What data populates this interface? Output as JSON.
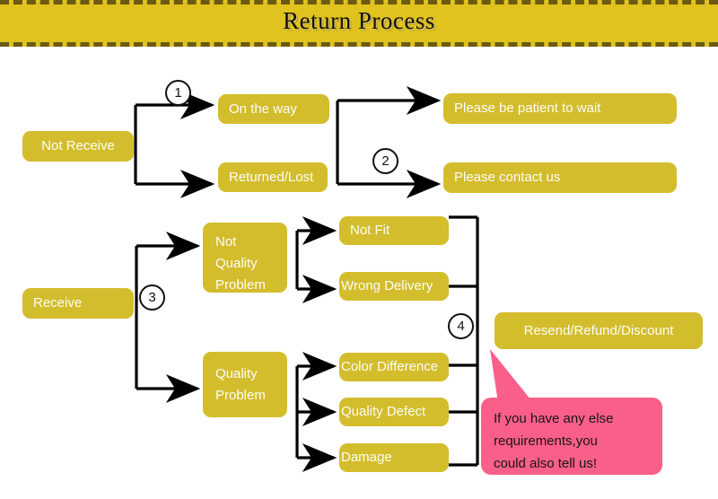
{
  "header": {
    "title": "Return Process",
    "banner_color": "#e0c31f",
    "dash_color": "#6b5a10"
  },
  "theme": {
    "node_color": "#d3bd2d",
    "node_text_color": "#fdfdf6",
    "callout_color": "#fa5f8a",
    "line_color": "#000000"
  },
  "flow": {
    "nodes": [
      {
        "id": "not-receive",
        "label": "Not Receive"
      },
      {
        "id": "on-the-way",
        "label": "On the way"
      },
      {
        "id": "returned-lost",
        "label": "Returned/Lost"
      },
      {
        "id": "be-patient",
        "label": "Please be patient to wait"
      },
      {
        "id": "contact-us",
        "label": "Please contact us"
      },
      {
        "id": "receive",
        "label": "Receive"
      },
      {
        "id": "not-quality-problem",
        "label": "Not Quality Problem"
      },
      {
        "id": "quality-problem",
        "label": "Quality Problem"
      },
      {
        "id": "not-fit",
        "label": "Not Fit"
      },
      {
        "id": "wrong-delivery",
        "label": "Wrong Delivery"
      },
      {
        "id": "color-difference",
        "label": "Color Difference"
      },
      {
        "id": "quality-defect",
        "label": "Quality Defect"
      },
      {
        "id": "damage",
        "label": "Damage"
      },
      {
        "id": "resend-refund",
        "label": "Resend/Refund/Discount"
      }
    ],
    "not_quality_problem_lines": [
      "Not",
      "Quality",
      "Problem"
    ],
    "quality_problem_lines": [
      "Quality",
      "Problem"
    ],
    "markers": [
      {
        "id": "marker-1",
        "label": "1"
      },
      {
        "id": "marker-2",
        "label": "2"
      },
      {
        "id": "marker-3",
        "label": "3"
      },
      {
        "id": "marker-4",
        "label": "4"
      }
    ]
  },
  "callout": {
    "lines": [
      "If you have any else",
      "requirements,you",
      "could also tell us!"
    ]
  }
}
